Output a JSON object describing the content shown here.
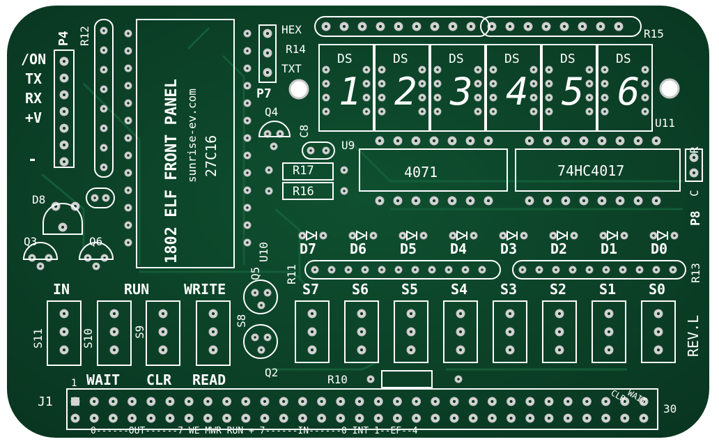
{
  "board": {
    "colors": {
      "solder_mask": "#0e4a2c",
      "mask_dark": "#0a3a22",
      "silk": "#ffffff",
      "pad": "#d7d7d7",
      "trace": "#135a36"
    },
    "left_labels": [
      "/ON",
      "TX",
      "RX",
      "+V",
      "-"
    ],
    "connector_top_left": "P4",
    "resistor_left": "R12",
    "chip_front_panel": {
      "line1": "1802 ELF FRONT PANEL",
      "line2": "sunrise-ev.com",
      "line3": "27C16"
    },
    "p7_labels": {
      "hex": "HEX",
      "r14": "R14",
      "txt": "TXT",
      "p7": "P7"
    },
    "r15": "R15",
    "displays": {
      "ds_label": "DS",
      "digits": [
        "1",
        "2",
        "3",
        "4",
        "5",
        "6"
      ]
    },
    "u11": "U11",
    "q4": "Q4",
    "c8": "C8",
    "u9": "U9",
    "r17": "R17",
    "r16": "R16",
    "ic_4071": "4071",
    "ic_74hc4017": "74HC4017",
    "p8": {
      "label": "P8",
      "r": "R",
      "c": "C"
    },
    "d8": "D8",
    "q3": "Q3",
    "q6": "Q6",
    "u10": "U10",
    "q5": "Q5",
    "s8": "S8",
    "q2": "Q2",
    "r11": "R11",
    "r13": "R13",
    "r10": "R10",
    "leds": [
      "D7",
      "D6",
      "D5",
      "D4",
      "D3",
      "D2",
      "D1",
      "D0"
    ],
    "switches": [
      "S7",
      "S6",
      "S5",
      "S4",
      "S3",
      "S2",
      "S1",
      "S0"
    ],
    "left_switch_labels": {
      "in": "IN",
      "run": "RUN",
      "write": "WRITE",
      "s11": "S11",
      "s10": "S10",
      "s9": "S9"
    },
    "bottom_labels": {
      "wait": "WAIT",
      "clr": "CLR",
      "read": "READ",
      "one": "1"
    },
    "rev": "REV.L",
    "j1": "J1",
    "thirty": "30",
    "clr_small": "CLR",
    "wait_small": "WAIT",
    "bottom_rail": "0------OUT------7 WE MWR RUN +  7------IN------0 INT 1--EF--4"
  }
}
